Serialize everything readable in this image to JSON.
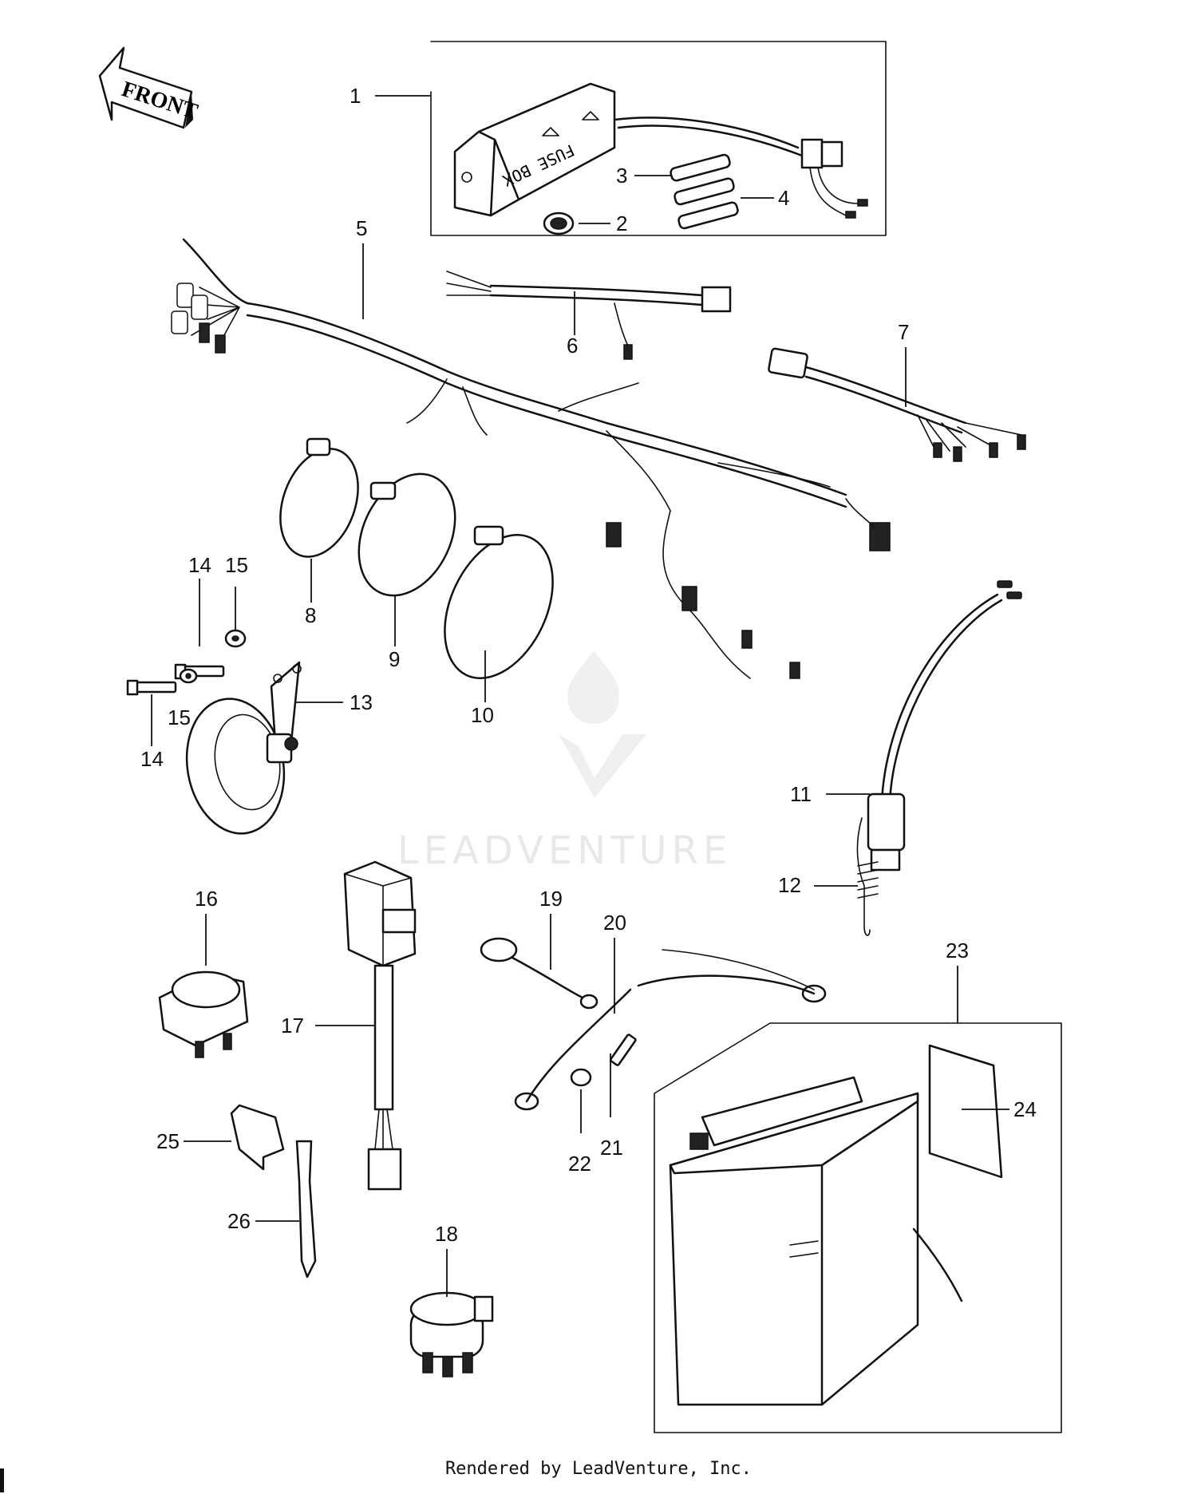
{
  "front_arrow": {
    "label": "FRONT"
  },
  "fuse_box": {
    "label": "FUSE BOX"
  },
  "callouts": [
    "1",
    "2",
    "3",
    "4",
    "5",
    "6",
    "7",
    "8",
    "9",
    "10",
    "11",
    "12",
    "13",
    "14",
    "14",
    "15",
    "15",
    "16",
    "17",
    "18",
    "19",
    "20",
    "21",
    "22",
    "23",
    "24",
    "25",
    "26"
  ],
  "watermark": {
    "brand": "LEADVENTURE"
  },
  "footer": {
    "text": "Rendered by LeadVenture, Inc."
  }
}
